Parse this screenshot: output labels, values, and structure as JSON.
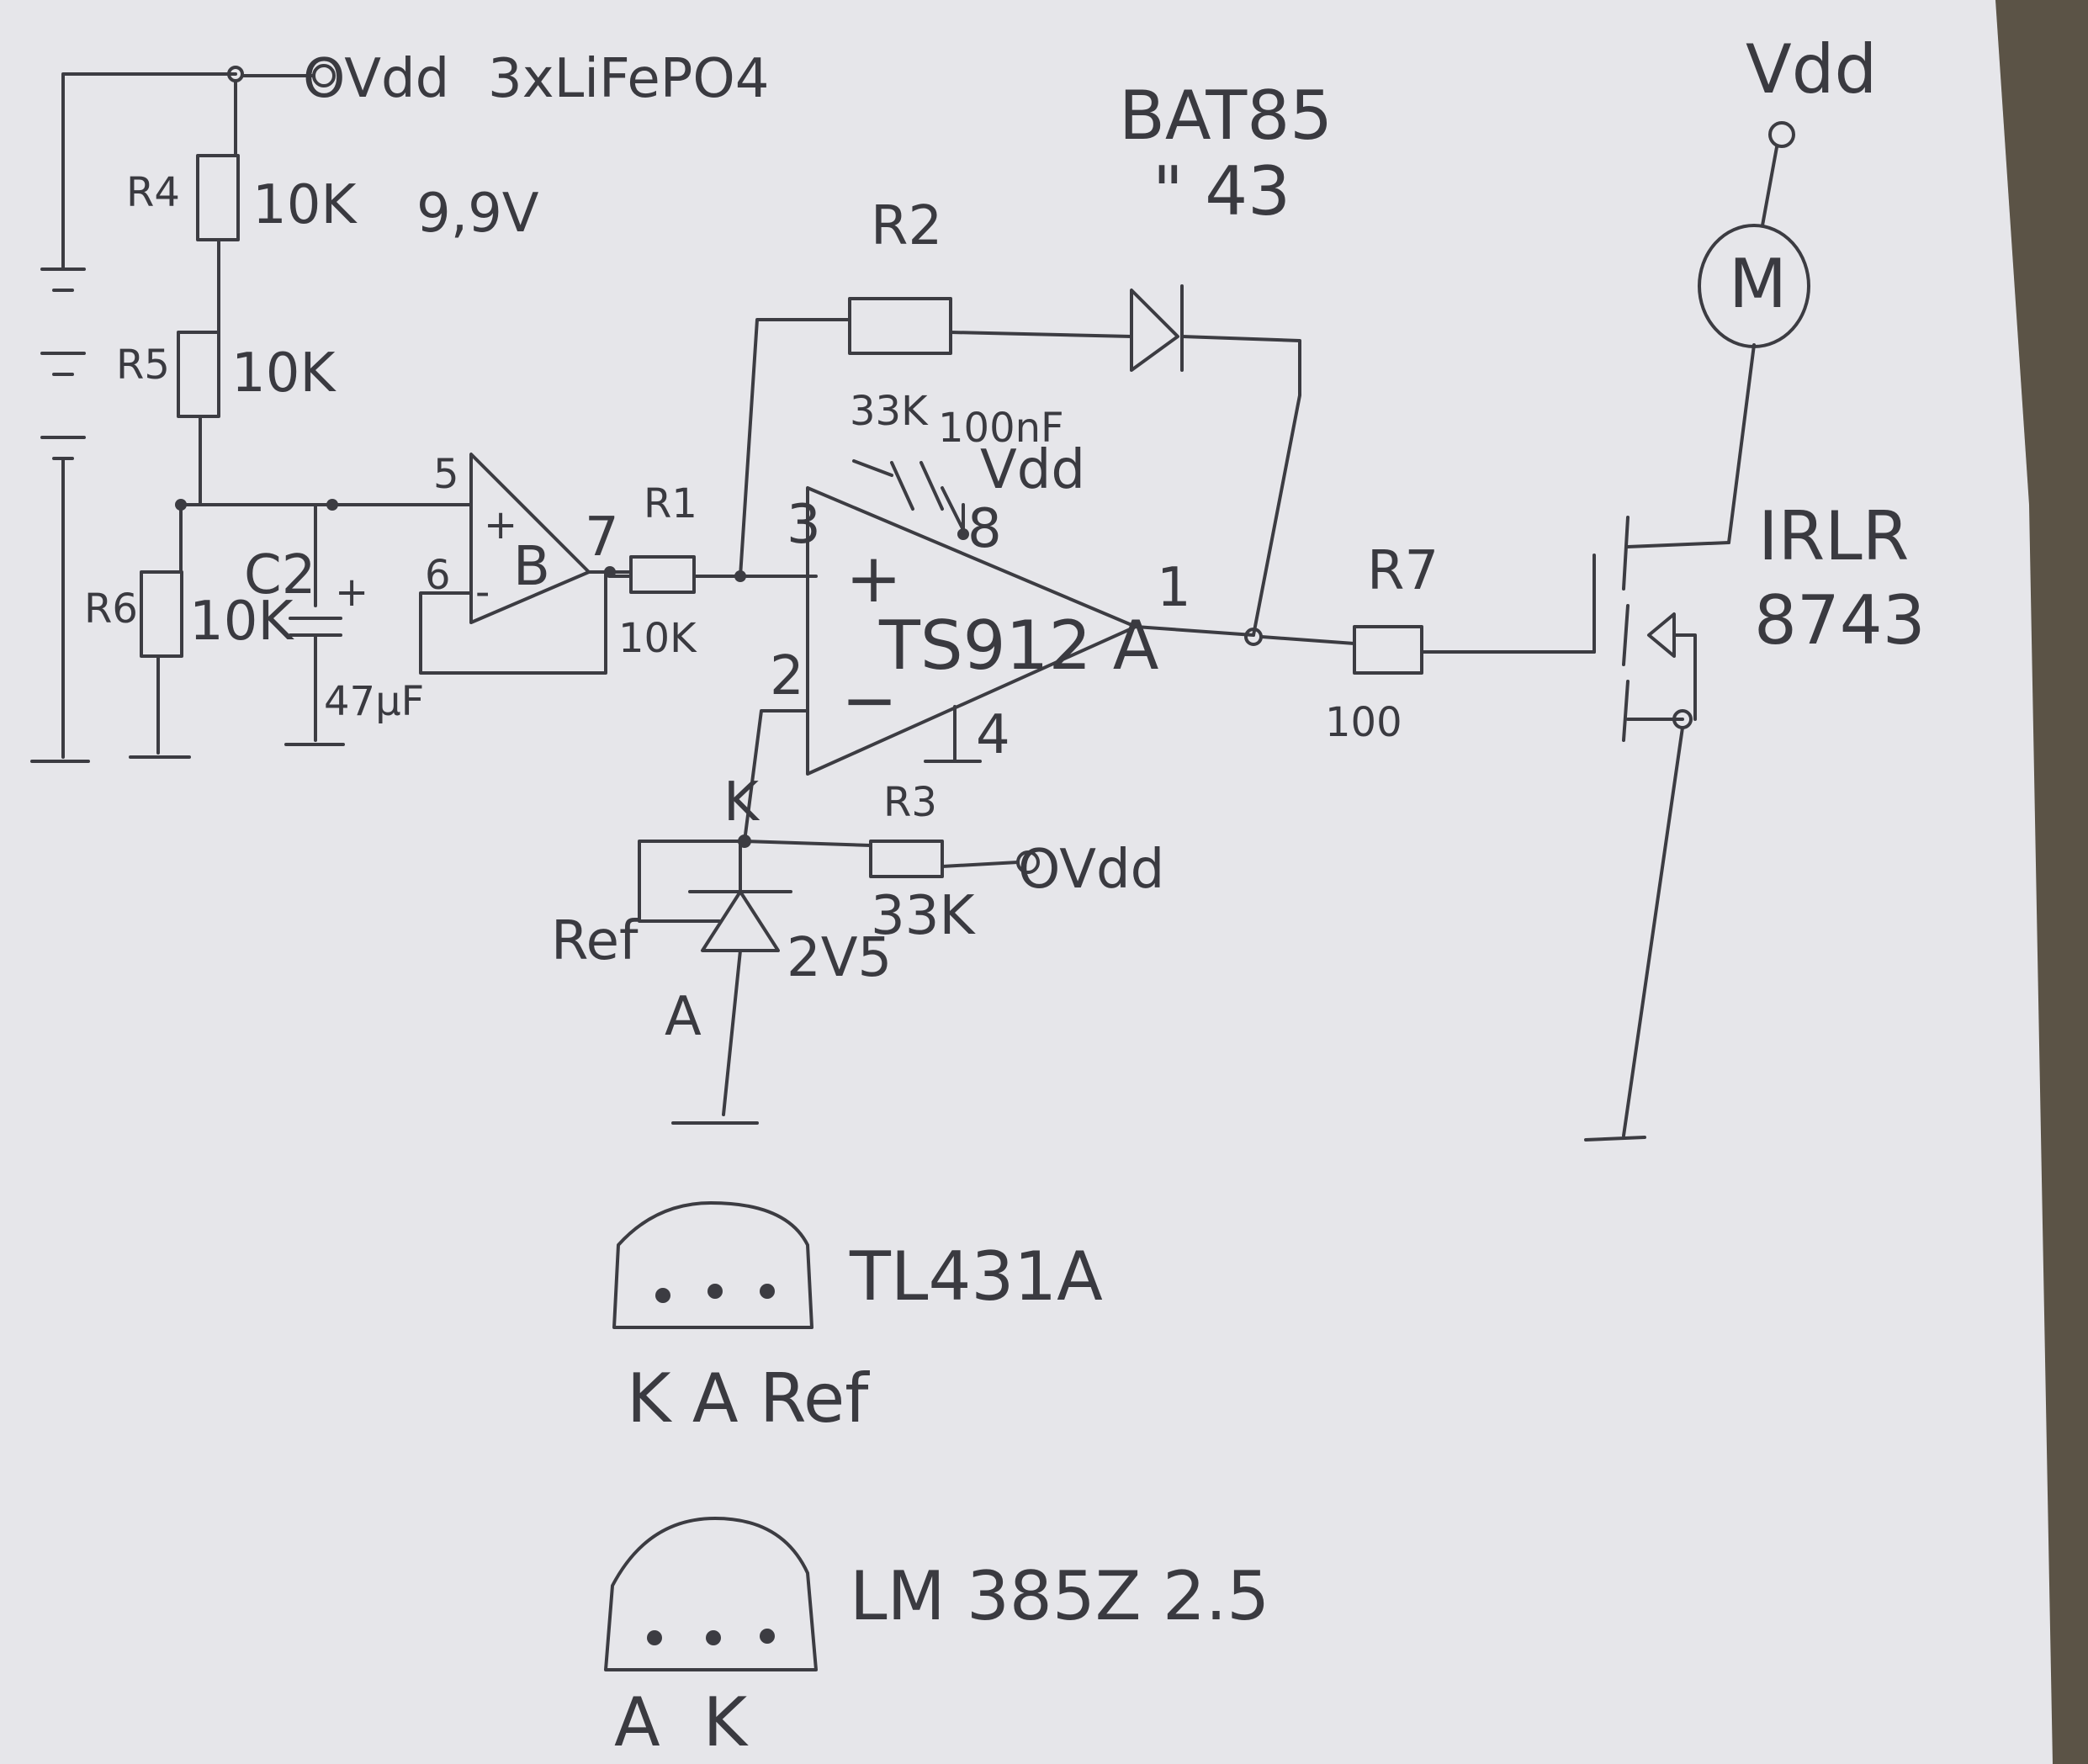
{
  "colors": {
    "paper": "#e6e6ea",
    "ink": "#3c3c42",
    "background": "#5b5346"
  },
  "supply": {
    "node": "OVdd",
    "battery": "3xLiFePO4",
    "voltage": "9,9V"
  },
  "resistors": {
    "r4": {
      "name": "R4",
      "value": "10K"
    },
    "r5": {
      "name": "R5",
      "value": "10K"
    },
    "r6": {
      "name": "R6",
      "value": "10K"
    },
    "r1": {
      "name": "R1",
      "value": "10K"
    },
    "r2": {
      "name": "R2",
      "value": "33K"
    },
    "r3": {
      "name": "R3",
      "value": "33K"
    },
    "r7": {
      "name": "R7",
      "value": "100"
    }
  },
  "capacitors": {
    "c2": {
      "name": "C2",
      "value": "47μF",
      "polarity": "+"
    },
    "decoupling": {
      "value": "100nF"
    }
  },
  "opamp_b": {
    "label": "B",
    "plus": "+",
    "minus": "-",
    "pin_plus": "5",
    "pin_minus": "6",
    "pin_out": "7"
  },
  "opamp_a": {
    "label": "TS912 A",
    "plus": "+",
    "minus": "−",
    "pin_plus": "3",
    "pin_minus": "2",
    "pin_out": "1",
    "pin_vdd": "8",
    "pin_gnd": "4",
    "vdd": "Vdd"
  },
  "diode": {
    "part": "BAT85",
    "alt": "\" 43"
  },
  "reference": {
    "k": "K",
    "a": "A",
    "ref": "Ref",
    "voltage": "2V5",
    "r3_supply": "OVdd"
  },
  "motor": {
    "vdd": "Vdd",
    "label": "M"
  },
  "mosfet": {
    "part_line1": "IRLR",
    "part_line2": "8743"
  },
  "packages": [
    {
      "name": "TL431A",
      "pins": "K A Ref"
    },
    {
      "name": "LM 385Z 2.5",
      "pins": "A  K"
    }
  ]
}
